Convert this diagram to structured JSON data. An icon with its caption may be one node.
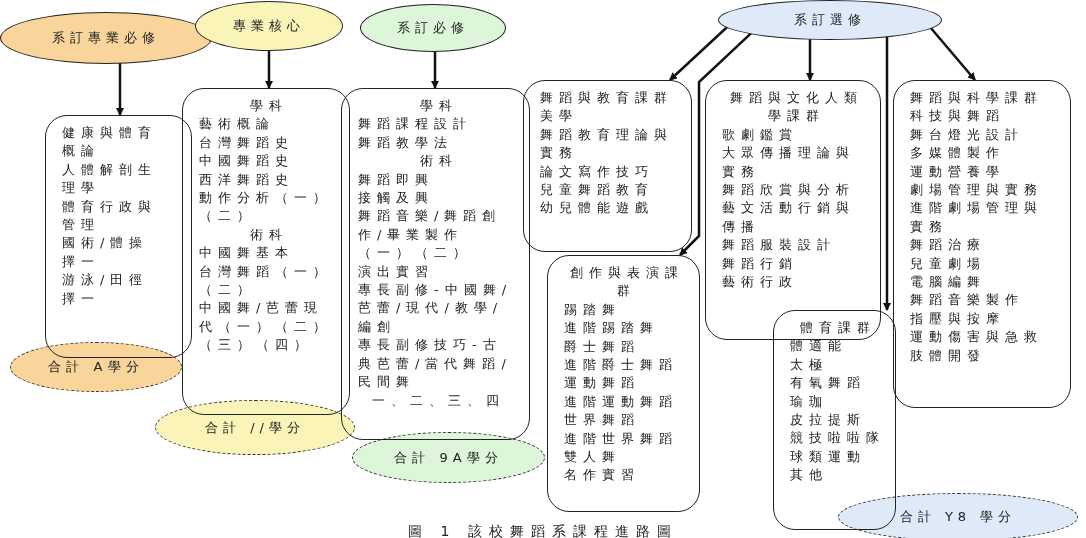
{
  "diagram": {
    "caption": "圖 1 該校舞蹈系課程進路圖",
    "nodes": [
      {
        "text": [
          "系訂專業必修"
        ]
      },
      {
        "text": [
          "專業核心"
        ]
      },
      {
        "text": [
          "系訂必修"
        ]
      },
      {
        "text": [
          "系訂選修"
        ]
      },
      {
        "text": [
          "健康與體育概論",
          "人體解剖生理學",
          "體育行政與管理",
          "國術/體操擇一",
          "游泳/田徑擇一"
        ]
      },
      {
        "text": [
          "合計 A學分"
        ]
      },
      {
        "text": [
          "學科",
          "藝術概論",
          "台灣舞蹈史",
          "中國舞蹈史",
          "西洋舞蹈史",
          "動作分析（一）（二）",
          "術科",
          "中國舞基本",
          "台灣舞蹈（一）（二）",
          "中國舞/芭蕾現代（一）（二）（三）（四）"
        ]
      },
      {
        "text": [
          "合計 //學分"
        ]
      },
      {
        "text": [
          "學科",
          "舞蹈課程設計",
          "舞蹈教學法",
          "術科",
          "舞蹈即興",
          "接觸及興",
          "舞蹈音樂/舞蹈創作/畢業製作（一）（二）",
          "演出實習",
          "專長副修-中國舞/芭蕾/現代/教學/編創",
          "專長副修技巧-古典芭蕾/當代舞蹈/民間舞",
          "一、二、三、四"
        ]
      },
      {
        "text": [
          "合計 9A學分"
        ]
      },
      {
        "text": [
          "舞蹈與教育課群",
          "美學",
          "舞蹈教育理論與實務",
          "論文寫作技巧",
          "兒童舞蹈教育",
          "幼兒體能遊戲"
        ]
      },
      {
        "text": [
          "創作與表演課群",
          "踢踏舞",
          "進階踢踏舞",
          "爵士舞蹈",
          "進階爵士舞蹈",
          "運動舞蹈",
          "進階運動舞蹈",
          "世界舞蹈",
          "進階世界舞蹈",
          "雙人舞",
          "名作實習"
        ]
      },
      {
        "text": [
          "舞蹈與文化人類學課群",
          "歌劇鑑賞",
          "大眾傳播理論與實務",
          "舞蹈欣賞與分析",
          "藝文活動行銷與傳播",
          "舞蹈服裝設計",
          "舞蹈行銷",
          "藝術行政"
        ]
      },
      {
        "text": [
          "體育課群",
          "體適能",
          "太極",
          "有氧舞蹈",
          "瑜珈",
          "皮拉提斯",
          "競技啦啦隊",
          "球類運動",
          "其他"
        ]
      },
      {
        "text": [
          "舞蹈與科學課群",
          "科技與舞蹈",
          "舞台燈光設計",
          "多媒體製作",
          "運動營養學",
          "劇場管理與實務",
          "進階劇場管理與實務",
          "舞蹈治療",
          "兒童劇場",
          "電腦編舞",
          "舞蹈音樂製作",
          "指壓與按摩",
          "運動傷害與急救",
          "肢體開發"
        ]
      },
      {
        "text": [
          "合計 Y8 學分"
        ]
      }
    ],
    "edges": [
      {
        "from": 0,
        "to": 4,
        "arrow": "to"
      },
      {
        "from": 1,
        "to": 6,
        "arrow": "to"
      },
      {
        "from": 2,
        "to": 8,
        "arrow": "to"
      },
      {
        "from": 3,
        "to": 10,
        "arrow": "to"
      },
      {
        "from": 3,
        "to": 11,
        "arrow": "to"
      },
      {
        "from": 3,
        "to": 12,
        "arrow": "to"
      },
      {
        "from": 3,
        "to": 13,
        "arrow": "to"
      },
      {
        "from": 3,
        "to": 14,
        "arrow": "to"
      }
    ]
  }
}
